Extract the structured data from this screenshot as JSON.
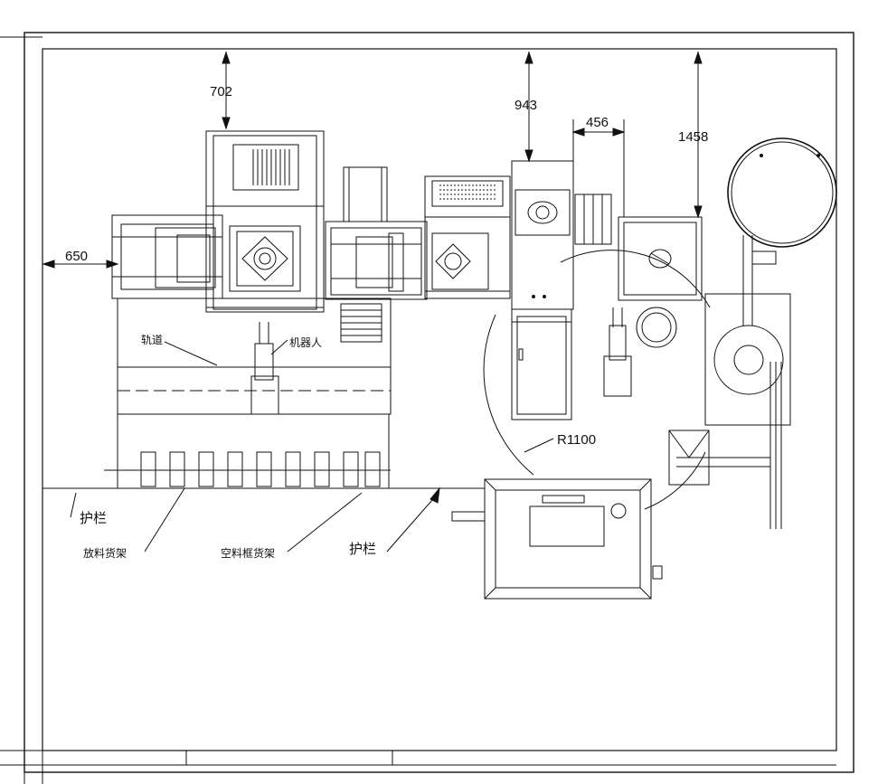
{
  "dimensions": {
    "d702": "702",
    "d943": "943",
    "d456": "456",
    "d1458": "1458",
    "d650": "650",
    "radius": "R1100"
  },
  "labels": {
    "track": "轨道",
    "robot": "机器人",
    "guardrail_left": "护栏",
    "guardrail_right": "护栏",
    "rack_blank": "放料货架",
    "rack_bin": "空料框货架"
  },
  "colors": {
    "line": "#111111",
    "background": "#ffffff"
  }
}
